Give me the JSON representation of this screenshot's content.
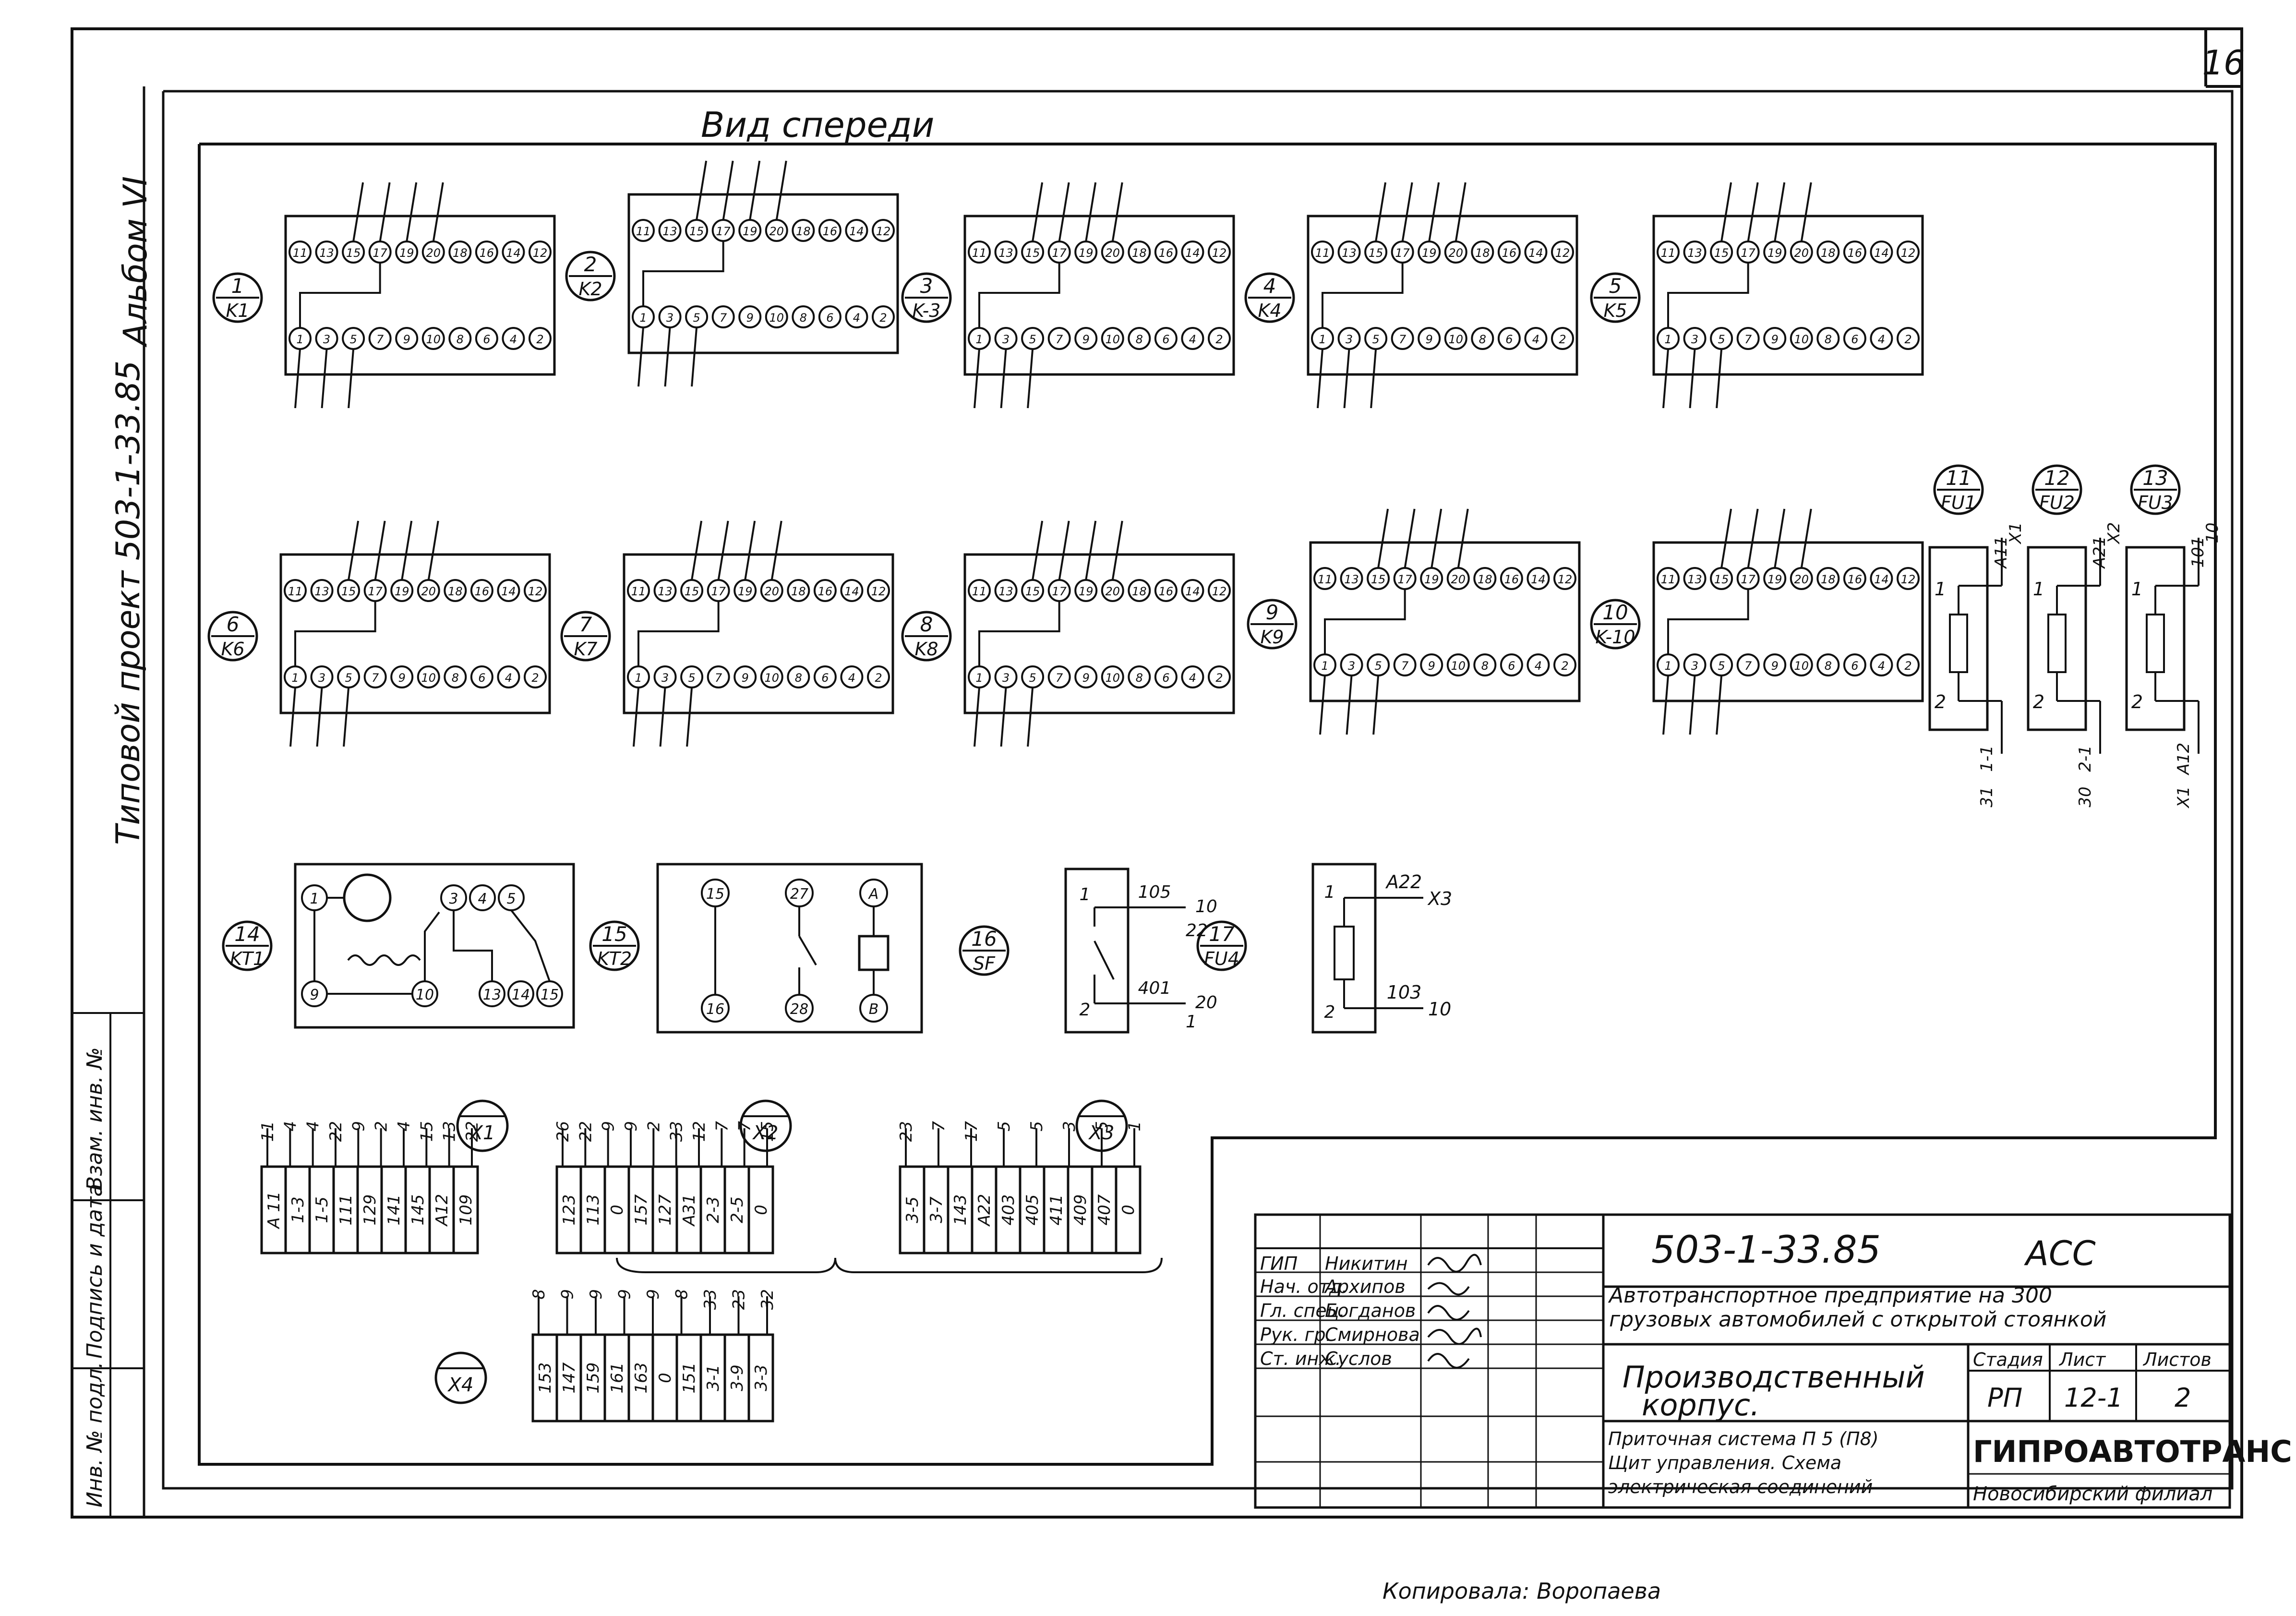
{
  "sheet": {
    "page_number": "16",
    "view_title": "Вид спереди",
    "album": "Альбом VI",
    "project": "Типовой проект 503-1-33.85",
    "copyist": "Копировала: Воропаева"
  },
  "left_strip": {
    "inv_no": "Инв. № подл.",
    "sign_date": "Подпись и дата",
    "replace_inv": "Взам. инв. №"
  },
  "relays": [
    {
      "pos": "1",
      "code": "K1"
    },
    {
      "pos": "2",
      "code": "K2"
    },
    {
      "pos": "3",
      "code": "K-3"
    },
    {
      "pos": "4",
      "code": "K4"
    },
    {
      "pos": "5",
      "code": "K5"
    },
    {
      "pos": "6",
      "code": "K6"
    },
    {
      "pos": "7",
      "code": "K7"
    },
    {
      "pos": "8",
      "code": "K8"
    },
    {
      "pos": "9",
      "code": "K9"
    },
    {
      "pos": "10",
      "code": "K-10"
    }
  ],
  "top_pins": [
    "11",
    "13",
    "15",
    "17",
    "19",
    "20",
    "18",
    "16",
    "14",
    "12"
  ],
  "bottom_pins": [
    "1",
    "3",
    "5",
    "7",
    "9",
    "10",
    "8",
    "6",
    "4",
    "2"
  ],
  "fuses": [
    {
      "pos": "11",
      "code": "FU1",
      "w1": "A11",
      "c1": "X1",
      "w2": "1-1",
      "c2": "31"
    },
    {
      "pos": "12",
      "code": "FU2",
      "w1": "A21",
      "c1": "X2",
      "w2": "2-1",
      "c2": "30"
    },
    {
      "pos": "13",
      "code": "FU3",
      "w1": "101",
      "c1": "10",
      "w2": "A12",
      "c2": "X1"
    }
  ],
  "timers": [
    {
      "pos": "14",
      "code": "KT1"
    },
    {
      "pos": "15",
      "code": "KT2"
    }
  ],
  "switch": {
    "pos": "16",
    "code": "SF",
    "w1": "105",
    "c1a": "10",
    "c1b": "22",
    "w2": "401",
    "c2a": "20",
    "c2b": "1"
  },
  "fuse4": {
    "pos": "17",
    "code": "FU4",
    "w1": "A22",
    "c1": "X3",
    "w2": "103",
    "c2": "10"
  },
  "timer_pins": {
    "kt1": [
      "1",
      "3",
      "4",
      "5",
      "9",
      "10",
      "13",
      "14",
      "15"
    ],
    "kt2": [
      "15",
      "16",
      "27",
      "28",
      "A",
      "B"
    ]
  },
  "terminal_blocks": {
    "x1": {
      "label": "X1",
      "cells": [
        "A 11",
        "1-3",
        "1-5",
        "111",
        "129",
        "141",
        "145",
        "A12",
        "109"
      ],
      "wires": [
        "11",
        "4",
        "4",
        "22",
        "9",
        "2",
        "4",
        "15",
        "13",
        "22"
      ]
    },
    "x2": {
      "label": "X2",
      "cells": [
        "123",
        "113",
        "0",
        "157",
        "127",
        "A31",
        "2-3",
        "2-5",
        "0"
      ],
      "wires": [
        "26",
        "22",
        "9",
        "9",
        "2",
        "33",
        "12",
        "7",
        "7",
        "15"
      ]
    },
    "x3": {
      "label": "X3",
      "cells": [
        "3-5",
        "3-7",
        "143",
        "A22",
        "403",
        "405",
        "411",
        "409",
        "407",
        "0"
      ],
      "wires": [
        "23",
        "7",
        "17",
        "5",
        "5",
        "3",
        "5",
        "1"
      ]
    },
    "x4": {
      "label": "X4",
      "cells": [
        "153",
        "147",
        "159",
        "161",
        "163",
        "0",
        "151",
        "3-1",
        "3-9",
        "3-3"
      ],
      "wires": [
        "8",
        "9",
        "9",
        "9",
        "9",
        "8",
        "33",
        "23",
        "32"
      ]
    }
  },
  "title_block": {
    "roles": [
      "ГИП",
      "Нач. отд.",
      "Гл. спец.",
      "Рук. гр.",
      "Ст. инж."
    ],
    "names": [
      "Никитин",
      "Архипов",
      "Богданов",
      "Смирнова",
      "Суслов"
    ],
    "doc_code": "503-1-33.85",
    "mark": "АСС",
    "object": "Автотранспортное предприятие на 300 грузовых автомобилей с открытой стоянкой",
    "building": "Производственный корпус.",
    "stage_label": "Стадия",
    "sheet_label": "Лист",
    "sheets_label": "Листов",
    "stage": "РП",
    "sheet_no": "12-1",
    "sheets_total": "2",
    "description": "Приточная система П 5 (П8) Щит управления. Схема электрическая соединений",
    "org": "ГИПРОАВТОТРАНС",
    "branch": "Новосибирский филиал"
  }
}
